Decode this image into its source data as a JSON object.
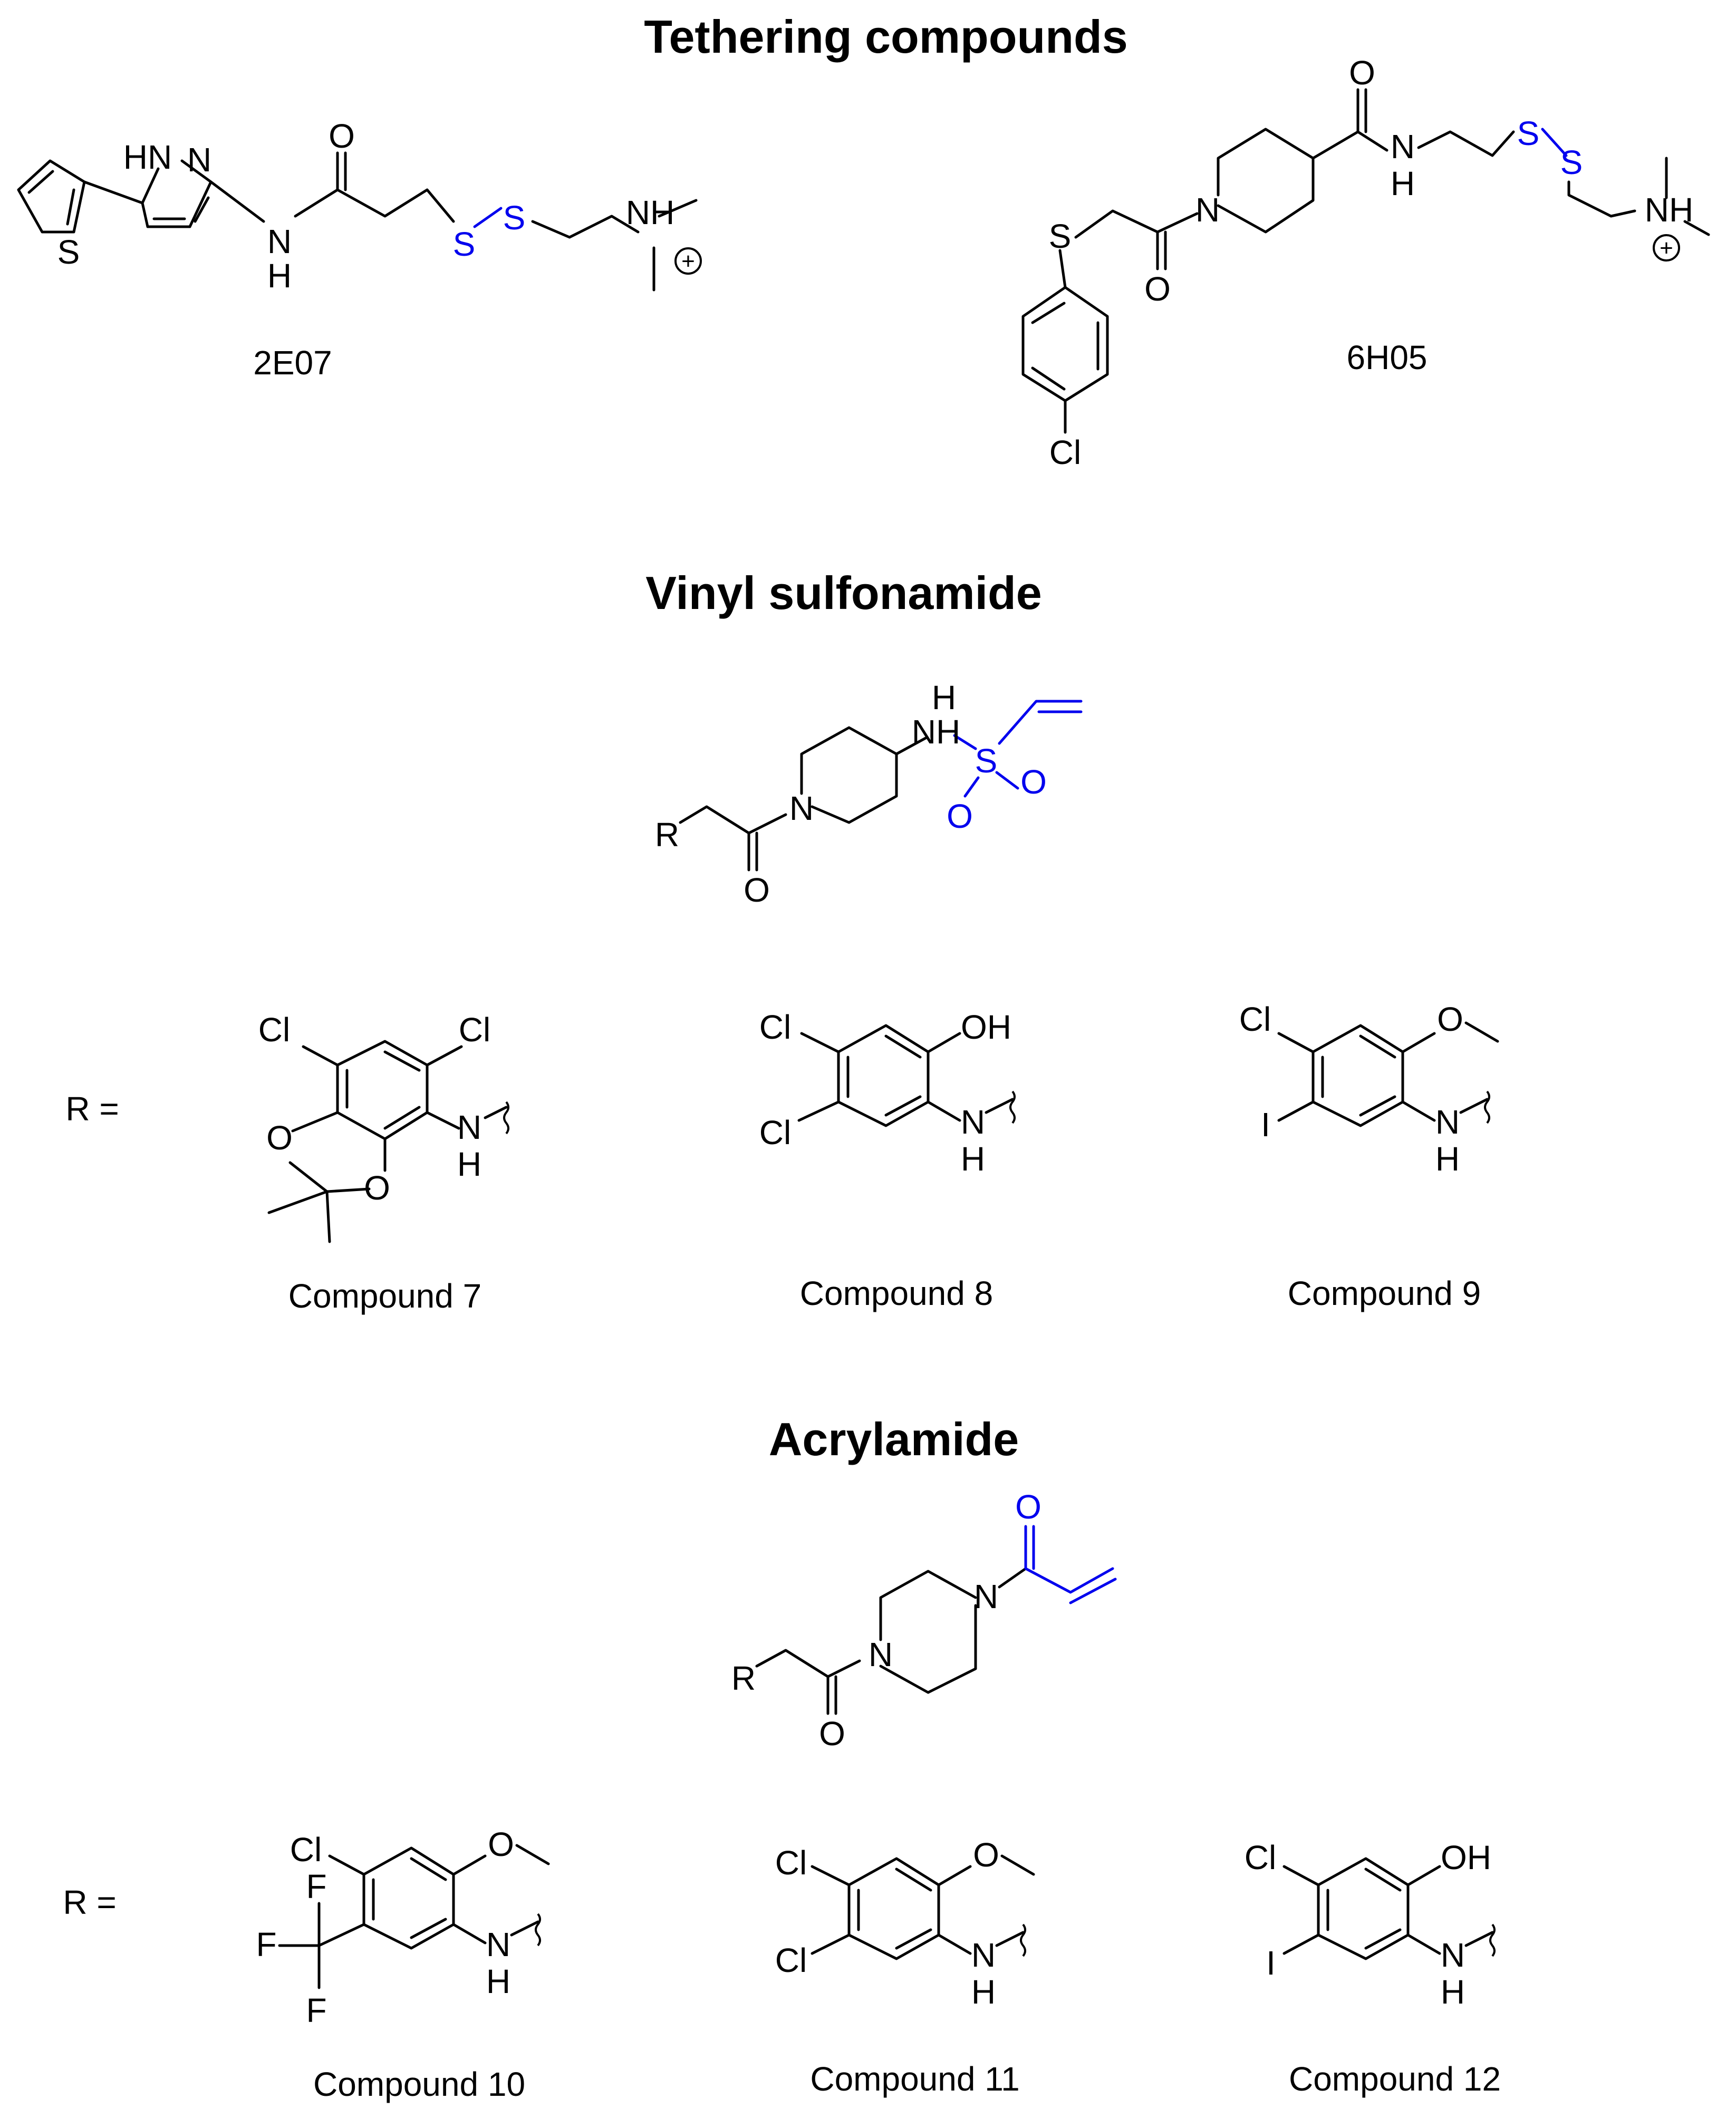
{
  "sections": {
    "tethering_title": "Tethering compounds",
    "vinyl_title": "Vinyl sulfonamide",
    "acrylamide_title": "Acrylamide"
  },
  "captions": {
    "c2e07": "2E07",
    "c6h05": "6H05",
    "c7": "Compound 7",
    "c8": "Compound 8",
    "c9": "Compound 9",
    "c10": "Compound 10",
    "c11": "Compound 11",
    "c12": "Compound 12"
  },
  "r_equals": "R =",
  "atoms": {
    "S": "S",
    "N": "N",
    "NH": "NH",
    "H": "H",
    "HN": "HN",
    "O": "O",
    "Cl": "Cl",
    "I": "I",
    "F": "F",
    "OH": "OH",
    "R": "R",
    "plus": "+"
  },
  "colors": {
    "ink": "#000000",
    "warhead": "#0000ee"
  }
}
